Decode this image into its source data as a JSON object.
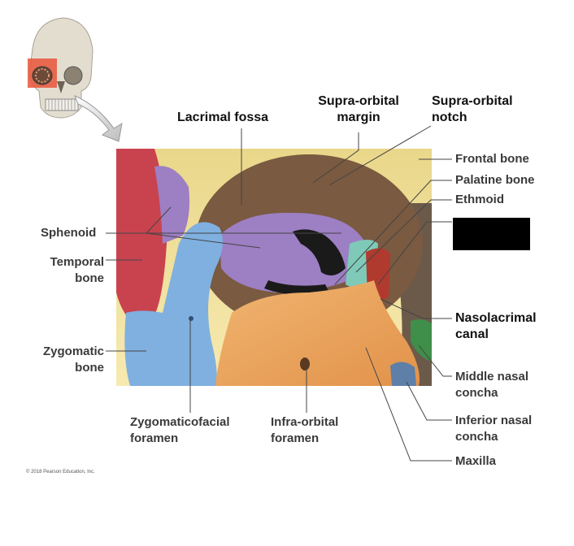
{
  "labels": {
    "lacrimal_fossa": "Lacrimal fossa",
    "supraorbital_margin_1": "Supra-orbital",
    "supraorbital_margin_2": "margin",
    "supraorbital_notch_1": "Supra-orbital",
    "supraorbital_notch_2": "notch",
    "frontal_bone": "Frontal bone",
    "palatine_bone": "Palatine bone",
    "ethmoid": "Ethmoid",
    "sphenoid": "Sphenoid",
    "temporal_bone_1": "Temporal",
    "temporal_bone_2": "bone",
    "zygomatic_bone_1": "Zygomatic",
    "zygomatic_bone_2": "bone",
    "nasolacrimal_canal_1": "Nasolacrimal",
    "nasolacrimal_canal_2": "canal",
    "middle_nasal_concha_1": "Middle nasal",
    "middle_nasal_concha_2": "concha",
    "inferior_nasal_concha_1": "Inferior nasal",
    "inferior_nasal_concha_2": "concha",
    "maxilla": "Maxilla",
    "zygomaticofacial_foramen_1": "Zygomaticofacial",
    "zygomaticofacial_foramen_2": "foramen",
    "infraorbital_foramen_1": "Infra-orbital",
    "infraorbital_foramen_2": "foramen"
  },
  "copyright": "© 2018 Pearson Education, Inc.",
  "colors": {
    "frontal": "#f3e39a",
    "sphenoid": "#9d7fc4",
    "temporal": "#c9434f",
    "zygomatic": "#7fb0e0",
    "maxilla": "#eea659",
    "ethmoid": "#7fc9b8",
    "lacrimal": "#b03a2e",
    "concha_middle": "#3f8f4a",
    "concha_inferior": "#5d7fa8",
    "skull_highlight": "#e8553a",
    "leader_line": "#444444",
    "redaction": "#000000"
  }
}
